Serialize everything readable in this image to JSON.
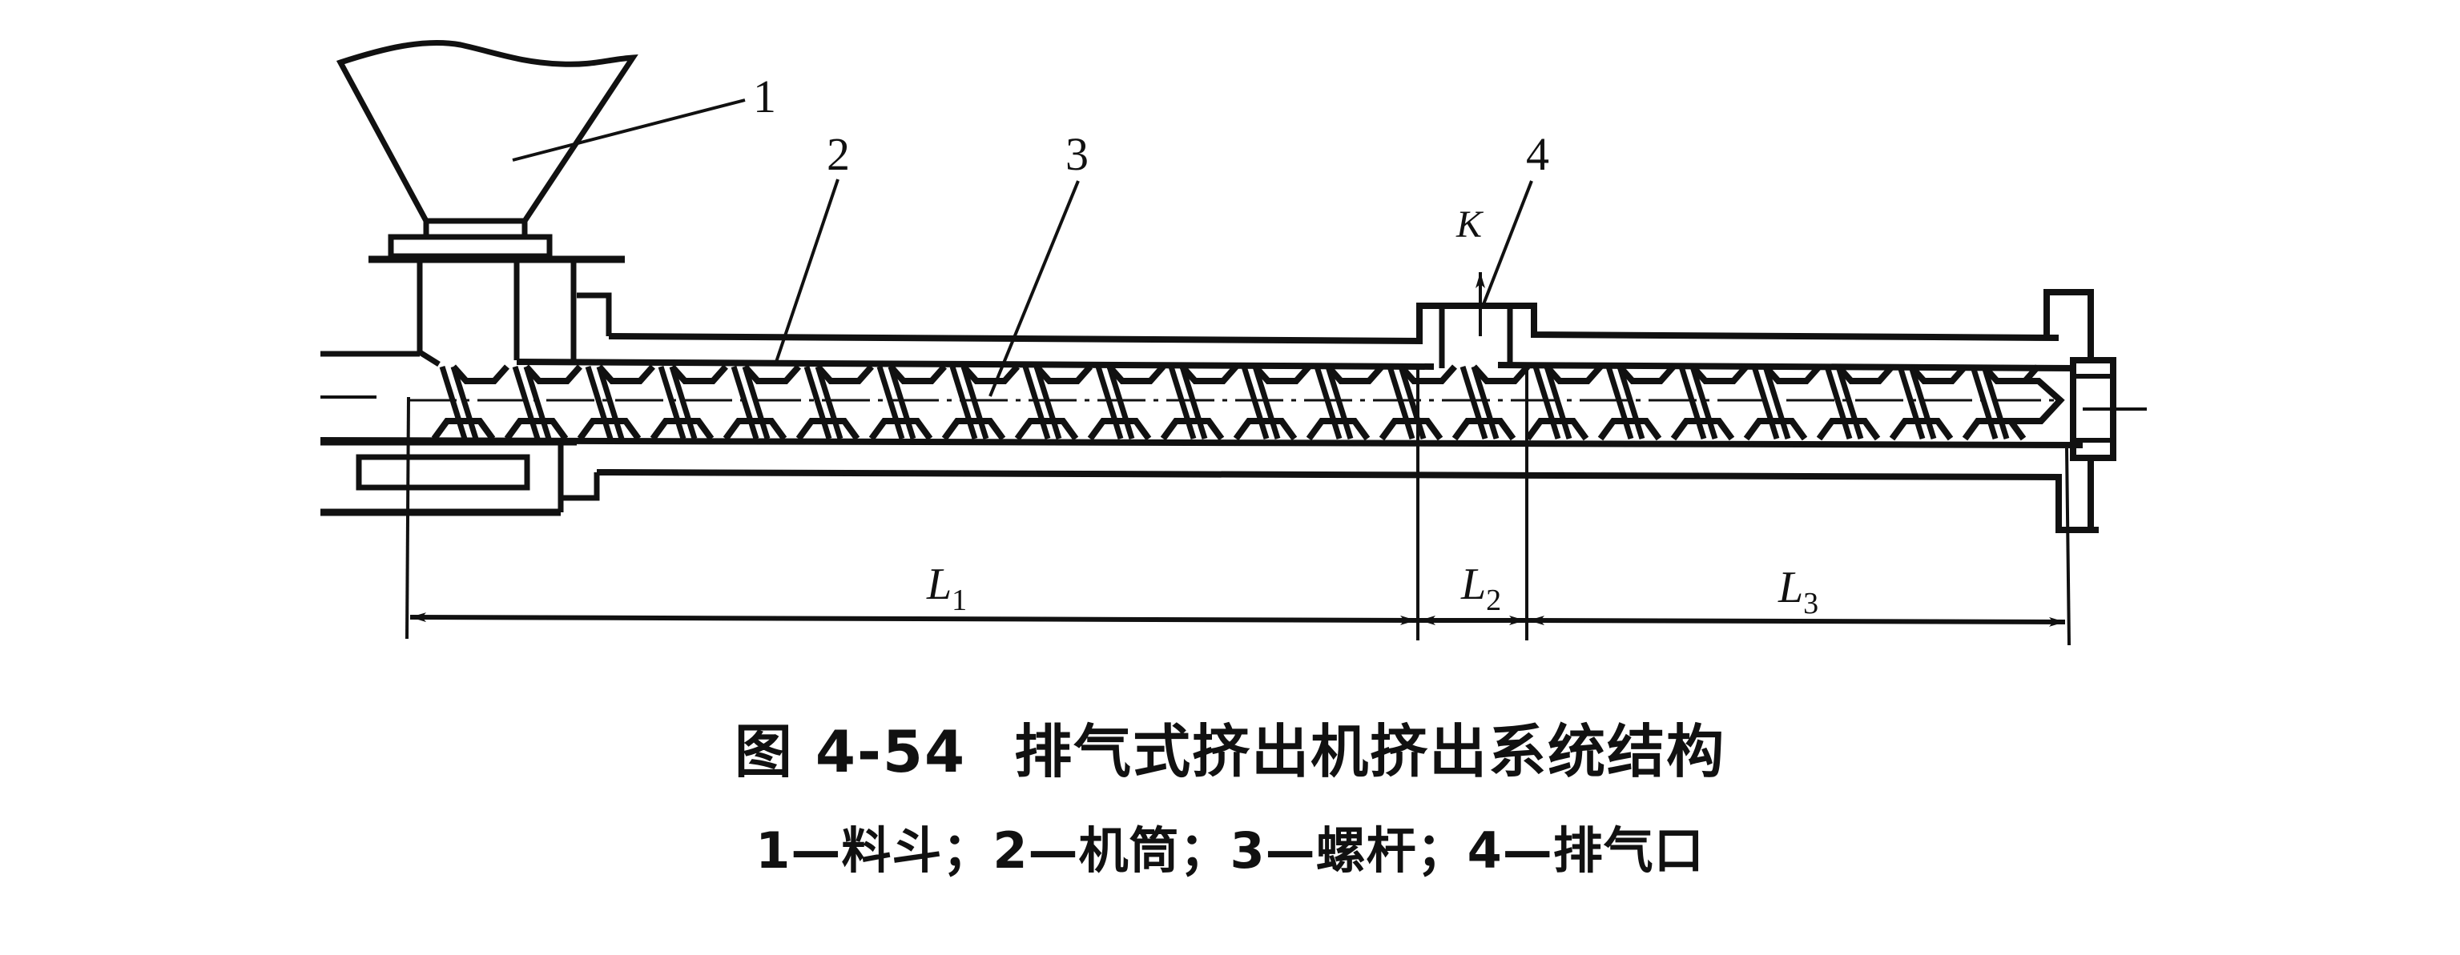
{
  "figure": {
    "number": "图 4-54",
    "title": "排气式挤出机挤出系统结构",
    "legend": "1—料斗；2—机筒；3—螺杆；4—排气口",
    "legend_items": [
      {
        "number": "1",
        "name": "料斗"
      },
      {
        "number": "2",
        "name": "机筒"
      },
      {
        "number": "3",
        "name": "螺杆"
      },
      {
        "number": "4",
        "name": "排气口"
      }
    ]
  },
  "callouts": {
    "hopper": "1",
    "barrel": "2",
    "screw": "3",
    "vent": "4"
  },
  "vent_flow_label": "K",
  "dimensions": {
    "L1": {
      "main": "L",
      "sub": "1"
    },
    "L2": {
      "main": "L",
      "sub": "2"
    },
    "L3": {
      "main": "L",
      "sub": "3"
    }
  },
  "colors": {
    "ink": "#111111",
    "background": "#ffffff"
  }
}
